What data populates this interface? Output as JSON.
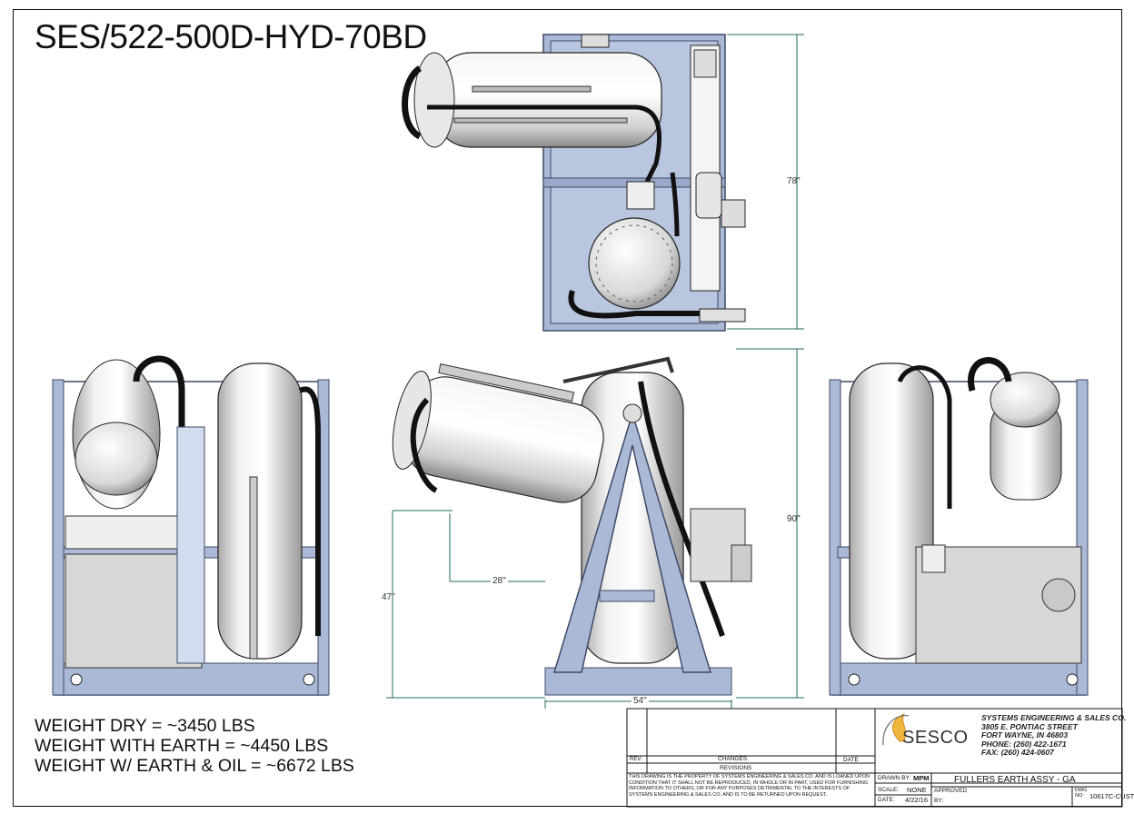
{
  "drawing_title": "SES/522-500D-HYD-70BD",
  "weights": [
    "WEIGHT DRY =  ~3450 LBS",
    "WEIGHT WITH EARTH =  ~4450 LBS",
    "WEIGHT W/ EARTH & OIL =  ~6672 LBS"
  ],
  "dimensions": {
    "top_height": "78\"",
    "front_height": "90\"",
    "height_47": "47\"",
    "offset_28": "28\"",
    "base_width": "54\""
  },
  "title_block": {
    "logo": "SESCO",
    "company_name": "SYSTEMS ENGINEERING & SALES CO.",
    "address": "3805 E. PONTIAC STREET",
    "city": "FORT WAYNE, IN 46803",
    "phone": "PHONE: (260) 422-1671",
    "fax": "FAX: (260) 424-0607",
    "rev_label": "REV.",
    "changes_label": "CHANGES",
    "date_header": "DATE",
    "revisions_label": "REVISIONS",
    "disclaimer": "THIS DRAWING IS THE PROPERTY OF SYSTEMS ENGINEERING & SALES CO. AND IS LOANED UPON CONDITION THAT IT SHALL NOT BE REPRODUCED, IN WHOLE OR IN PART, USED FOR FURNISHING INFORMATION TO OTHERS, OR FOR ANY PURPOSES DETRIMENTAL TO THE INTERESTS OF SYSTEMS ENGINEERING & SALES CO. AND IS TO BE RETURNED UPON REQUEST.",
    "drawn_by_label": "DRAWN BY:",
    "drawn_by": "MPM",
    "scale_label": "SCALE:",
    "scale": "NONE",
    "date_label": "DATE:",
    "date": "4/22/16",
    "approved_label": "APPROVED",
    "by_label": "BY:",
    "drawing_name": "FULLERS EARTH ASSY - GA",
    "dwg_no_label": "DWG NO:",
    "dwg_no": "10617C-CUST"
  }
}
